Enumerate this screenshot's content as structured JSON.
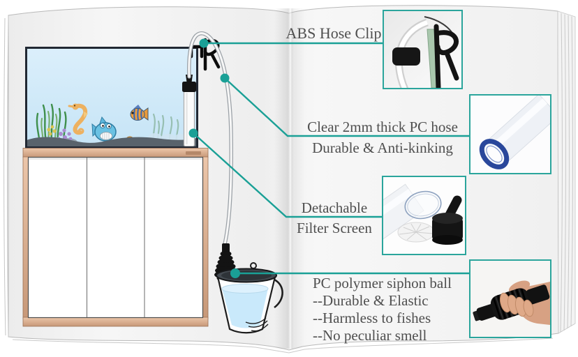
{
  "palette": {
    "accent_teal": "#1aa096",
    "inset_border_teal": "#2ba59c",
    "label_text": "#4f4f4f",
    "tank_water": "#cfe9fa",
    "substrate_gray": "#59636c",
    "cabinet_wood": "#d9ab8d",
    "bucket_water": "#c9e9fb",
    "siphon_black": "#141414",
    "hose_ring_blue": "#29479b",
    "hand_skin": "#d7a183"
  },
  "callouts": {
    "abs_hose_clip": {
      "label": "ABS Hose Clip"
    },
    "pc_hose": {
      "line1": "Clear 2mm thick PC hose",
      "line2": "Durable & Anti-kinking"
    },
    "filter_screen": {
      "line1": "Detachable",
      "line2": "Filter Screen"
    },
    "siphon_ball": {
      "title": "PC polymer siphon ball",
      "points": [
        "--Durable & Elastic",
        "--Harmless to fishes",
        "--No peculiar smell"
      ]
    }
  },
  "illustration": {
    "scene": "open-book aquarium siphon infographic",
    "inset_photos": [
      "abs-hose-clip-photo",
      "pc-hose-cross-section-photo",
      "detachable-filter-screen-photo",
      "hand-squeezing-siphon-ball-photo"
    ]
  }
}
